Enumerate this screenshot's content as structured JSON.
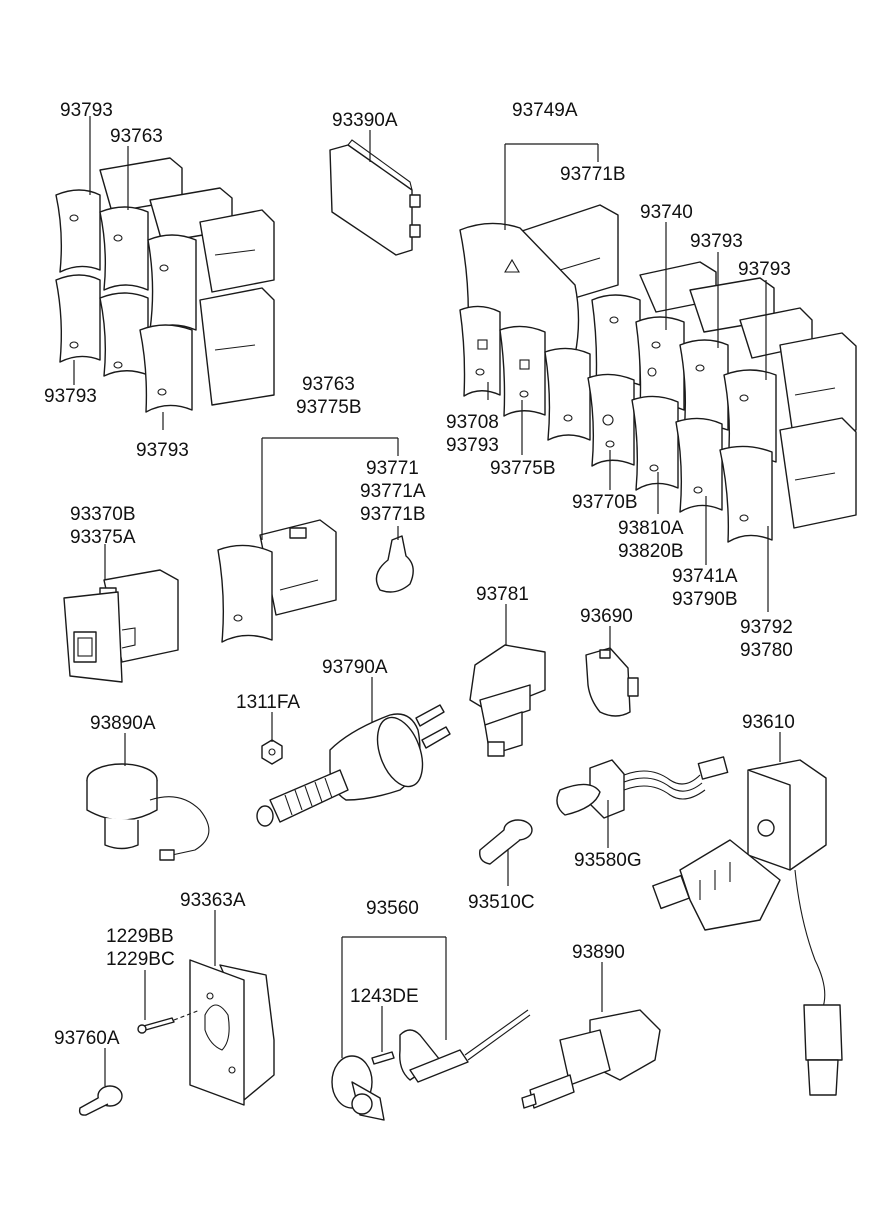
{
  "labels": {
    "p93793_tl": "93793",
    "p93763_tl": "93763",
    "p93793_bl1": "93793",
    "p93793_bl2": "93793",
    "p93390A": "93390A",
    "p93749A": "93749A",
    "p93771B_t": "93771B",
    "p93740": "93740",
    "p93793_r1": "93793",
    "p93793_r2": "93793",
    "p93708": "93708",
    "p93793_r3": "93793",
    "p93775B_r": "93775B",
    "p93770B": "93770B",
    "p93810A": "93810A",
    "p93820B": "93820B",
    "p93741A": "93741A",
    "p93790B": "93790B",
    "p93792": "93792",
    "p93780": "93780",
    "p93763_m": "93763",
    "p93775B_m": "93775B",
    "p93771": "93771",
    "p93771A": "93771A",
    "p93771B_m": "93771B",
    "p93370B": "93370B",
    "p93375A": "93375A",
    "p93781": "93781",
    "p93690": "93690",
    "p93790A": "93790A",
    "p1311FA": "1311FA",
    "p93890A": "93890A",
    "p93610": "93610",
    "p93580G": "93580G",
    "p93510C": "93510C",
    "p93363A": "93363A",
    "p1229BB": "1229BB",
    "p1229BC": "1229BC",
    "p93760A": "93760A",
    "p93560": "93560",
    "p1243DE": "1243DE",
    "p93890": "93890"
  },
  "colors": {
    "line": "#1a1a1a",
    "background": "#ffffff"
  }
}
